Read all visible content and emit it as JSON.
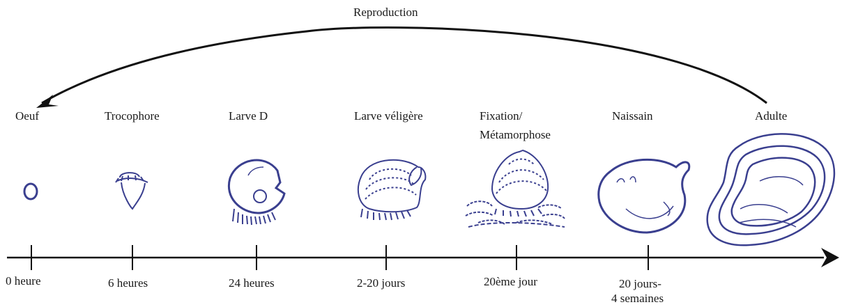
{
  "title": "Reproduction",
  "stages": [
    {
      "label": "Oeuf",
      "time": "0 heure"
    },
    {
      "label": "Trocophore",
      "time": "6 heures"
    },
    {
      "label": "Larve D",
      "time": "24 heures"
    },
    {
      "label": "Larve véligère",
      "time": "2-20 jours"
    },
    {
      "label_line1": "Fixation/",
      "label_line2": "Métamorphose",
      "time": "20ème jour"
    },
    {
      "label": "Naissain",
      "time_line1": "20 jours-",
      "time_line2": "4 semaines"
    },
    {
      "label": "Adulte"
    }
  ],
  "colors": {
    "illustration": "#3a3f8f",
    "axis": "#111111",
    "text": "#1a1a1a"
  }
}
